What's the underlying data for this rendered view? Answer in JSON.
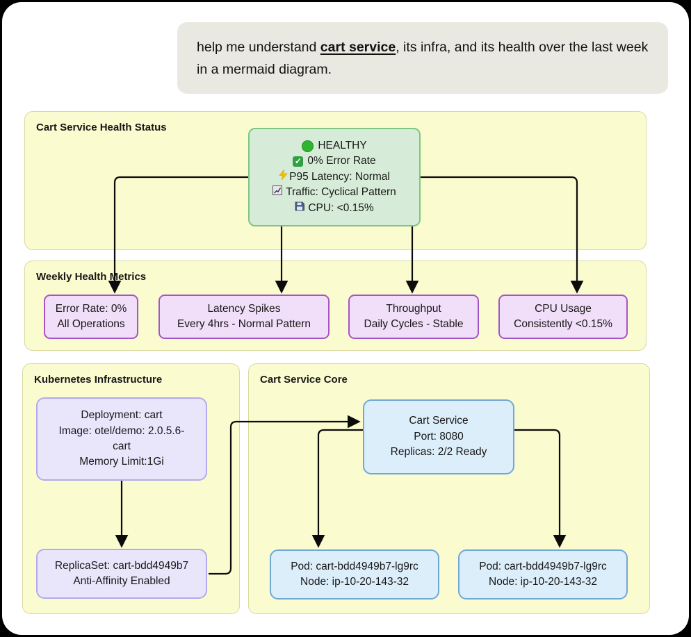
{
  "colors": {
    "page_background": "#000000",
    "card_background": "#ffffff",
    "bubble_background": "#e9e9e1",
    "subgraph_fill": "#fbfbd0",
    "subgraph_border": "#d9d9a0",
    "healthy_fill": "#d7ecd8",
    "healthy_border": "#7ec57f",
    "metric_fill": "#f1def8",
    "metric_border": "#a555c3",
    "k8s_fill": "#e9e6fc",
    "k8s_border": "#b3aaec",
    "service_fill": "#ddeefb",
    "service_border": "#70a7d9",
    "edge_color": "#0b0b0b",
    "status_green": "#2fb62f"
  },
  "user_message": {
    "prefix": "help me understand ",
    "highlight": "cart service",
    "suffix": ", its infra, and its health over the last week in a mermaid diagram."
  },
  "diagram": {
    "health_status": {
      "title": "Cart Service Health Status",
      "healthy_node": {
        "lines": [
          {
            "icon": "green-circle-icon",
            "text": "HEALTHY"
          },
          {
            "icon": "check-icon",
            "text": "0% Error Rate"
          },
          {
            "icon": "lightning-icon",
            "text": "P95 Latency: Normal"
          },
          {
            "icon": "chart-icon",
            "text": "Traffic: Cyclical Pattern"
          },
          {
            "icon": "floppy-icon",
            "text": "CPU: <0.15%"
          }
        ]
      }
    },
    "weekly_metrics": {
      "title": "Weekly Health Metrics",
      "nodes": [
        {
          "lines": [
            "Error Rate: 0%",
            "All Operations"
          ]
        },
        {
          "lines": [
            "Latency Spikes",
            "Every 4hrs - Normal Pattern"
          ]
        },
        {
          "lines": [
            "Throughput",
            "Daily Cycles - Stable"
          ]
        },
        {
          "lines": [
            "CPU Usage",
            "Consistently <0.15%"
          ]
        }
      ]
    },
    "kubernetes": {
      "title": "Kubernetes Infrastructure",
      "deployment": {
        "lines": [
          "Deployment: cart",
          "Image: otel/demo: 2.0.5.6-",
          "cart",
          "Memory Limit:1Gi"
        ]
      },
      "replicaset": {
        "lines": [
          "ReplicaSet: cart-bdd4949b7",
          "Anti-Affinity Enabled"
        ]
      }
    },
    "core": {
      "title": "Cart Service Core",
      "service": {
        "lines": [
          "Cart Service",
          "Port: 8080",
          "Replicas: 2/2 Ready"
        ]
      },
      "pods": [
        {
          "lines": [
            "Pod: cart-bdd4949b7-lg9rc",
            "Node: ip-10-20-143-32"
          ]
        },
        {
          "lines": [
            "Pod: cart-bdd4949b7-lg9rc",
            "Node: ip-10-20-143-32"
          ]
        }
      ]
    }
  }
}
